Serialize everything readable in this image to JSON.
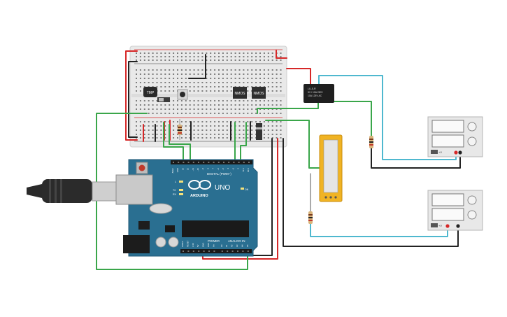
{
  "breadboard": {
    "ic_labels": [
      "TMP",
      "NMOS",
      "NMOS"
    ]
  },
  "relay": {
    "lines": [
      "LU-5-R",
      "5V / 10A 250V",
      "10A 125V AC"
    ]
  },
  "arduino": {
    "brand": "UNO",
    "logo_text": "ARDUINO",
    "digital_label": "DIGITAL (PWM~)",
    "power_label": "POWER",
    "analog_label": "ANALOG IN",
    "on_label": "ON",
    "led_labels": [
      "L",
      "TX",
      "RX"
    ],
    "top_pins": [
      "AREF",
      "GND",
      "13",
      "12",
      "~11",
      "~10",
      "~9",
      "8",
      "7",
      "~6",
      "~5",
      "4",
      "~3",
      "2",
      "TX 1",
      "RX 0"
    ],
    "bottom_pins": [
      "IOREF",
      "RESET",
      "3.3V",
      "5V",
      "GND",
      "GND",
      "Vin",
      "A0",
      "A1",
      "A2",
      "A3",
      "A4",
      "A5"
    ]
  },
  "colors": {
    "wire_red": "#d62828",
    "wire_black": "#222222",
    "wire_green": "#3aa64a",
    "wire_cyan": "#4fb8cf",
    "board_teal": "#2a6f91",
    "sensor_orange": "#f0b323"
  },
  "power_supplies": [
    {
      "terminal_label": "+V"
    },
    {
      "terminal_label": "+V"
    }
  ]
}
